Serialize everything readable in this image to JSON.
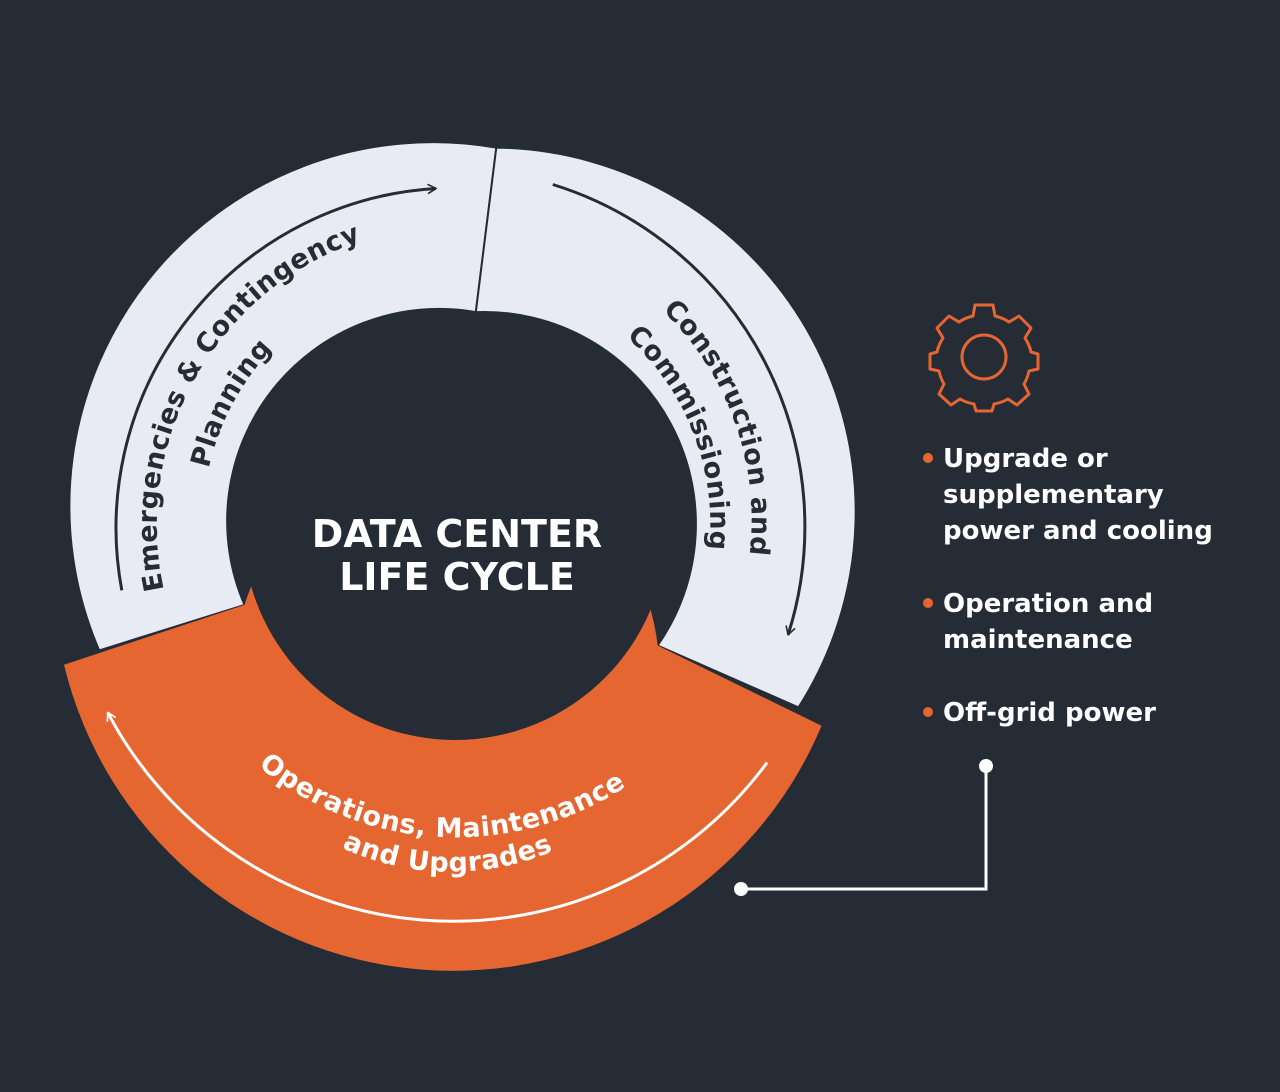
{
  "diagram": {
    "center_title": [
      "DATA CENTER",
      "LIFE CYCLE"
    ],
    "segments": [
      {
        "id": "emergencies",
        "lines": [
          "Emergencies & Contingency",
          "Planning"
        ],
        "color": "#e8ebf3"
      },
      {
        "id": "construction",
        "lines": [
          "Construction and",
          "Commissioning"
        ],
        "color": "#e8ebf3"
      },
      {
        "id": "operations",
        "lines": [
          "Operations, Maintenance",
          "and Upgrades"
        ],
        "color": "#e66632"
      }
    ],
    "detail_icon": "gear-icon",
    "detail_items": [
      [
        "Upgrade or",
        "supplementary",
        "power and cooling"
      ],
      [
        "Operation and",
        "maintenance"
      ],
      [
        "Off-grid power"
      ]
    ]
  },
  "colors": {
    "background": "#252c35",
    "accent": "#e66632",
    "light": "#e8ebf3",
    "text_dark": "#252c35",
    "text_light": "#ffffff"
  }
}
